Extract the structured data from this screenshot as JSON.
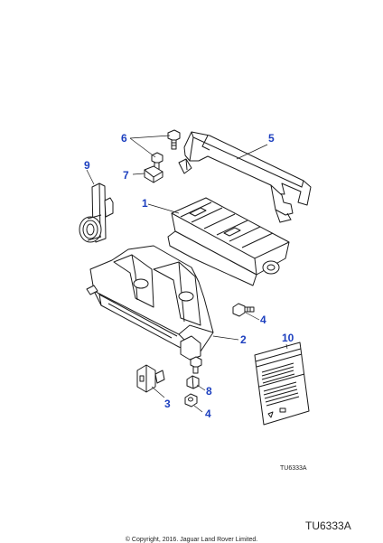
{
  "callouts": {
    "c1": "1",
    "c2": "2",
    "c3": "3",
    "c4a": "4",
    "c4b": "4",
    "c5": "5",
    "c6": "6",
    "c7": "7",
    "c8": "8",
    "c9": "9",
    "c10": "10"
  },
  "drawing_ref_small": "TU6333A",
  "drawing_ref_large": "TU6333A",
  "copyright": "© Copyright, 2016. Jaguar Land Rover Limited.",
  "colors": {
    "callout": "#1c3fbf",
    "linework": "#1a1a1a"
  }
}
